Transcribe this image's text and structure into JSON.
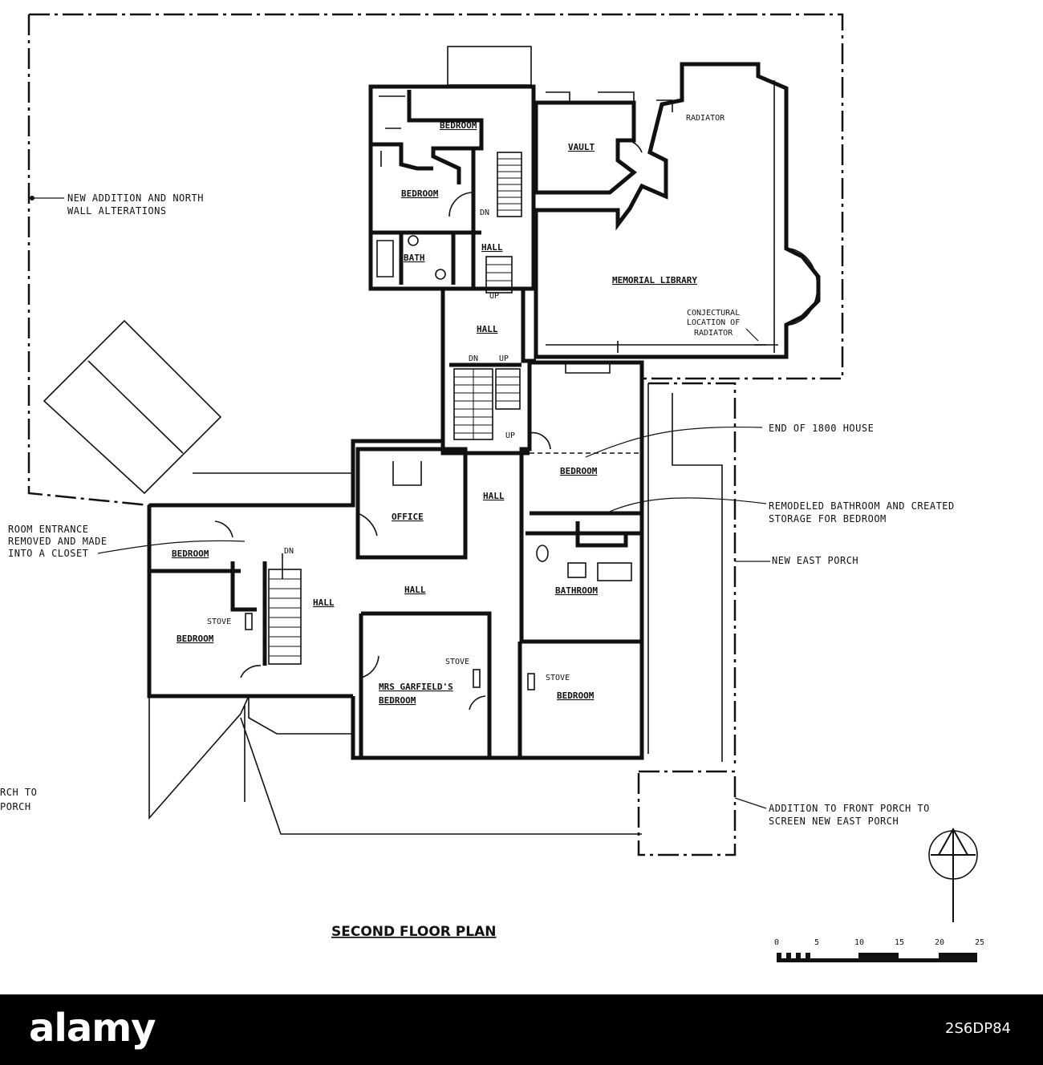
{
  "title": "SECOND FLOOR PLAN",
  "rooms": {
    "bedroom_north": "BEDROOM",
    "bedroom_north2": "BEDROOM",
    "bath": "BATH",
    "hall_small": "HALL",
    "vault": "VAULT",
    "memorial_library": "MEMORIAL LIBRARY",
    "hall_center": "HALL",
    "office": "OFFICE",
    "hall_east": "HALL",
    "bedroom_east_top": "BEDROOM",
    "bathroom": "BATHROOM",
    "hall_main": "HALL",
    "hall_west": "HALL",
    "bedroom_west_top": "BEDROOM",
    "bedroom_west": "BEDROOM",
    "mrs_garfield_1": "MRS GARFIELD'S",
    "mrs_garfield_2": "BEDROOM",
    "bedroom_southeast": "BEDROOM"
  },
  "marks": {
    "dn1": "DN",
    "up1": "UP",
    "dn2": "DN",
    "up2": "UP",
    "up3": "UP",
    "dn3": "DN",
    "stove1": "STOVE",
    "stove2": "STOVE",
    "stove3": "STOVE",
    "radiator": "RADIATOR",
    "conj1": "CONJECTURAL",
    "conj2": "LOCATION OF",
    "conj3": "RADIATOR"
  },
  "notes": {
    "new_addition_1": "NEW ADDITION AND NORTH",
    "new_addition_2": "WALL ALTERATIONS",
    "end_house": "END OF 1800 HOUSE",
    "remodeled_1": "REMODELED BATHROOM AND CREATED",
    "remodeled_2": "STORAGE FOR BEDROOM",
    "new_east_porch": "NEW EAST PORCH",
    "room_entrance_1": "ROOM ENTRANCE",
    "room_entrance_2": "REMOVED AND MADE",
    "room_entrance_3": "INTO A CLOSET",
    "porch_cut_1": "RCH TO",
    "porch_cut_2": "PORCH",
    "addition_front_1": "ADDITION TO FRONT PORCH TO",
    "addition_front_2": "SCREEN NEW EAST PORCH"
  },
  "scale": {
    "ticks": [
      "0",
      "5",
      "10",
      "15",
      "20",
      "25"
    ]
  },
  "north_arrow_icon": "north-arrow-icon",
  "footer": {
    "logo": "alamy",
    "image_id": "2S6DP84"
  }
}
